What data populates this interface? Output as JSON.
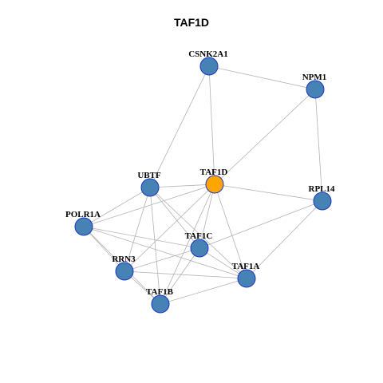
{
  "title": "TAF1D",
  "colors": {
    "node_default": "#4682b4",
    "node_focus": "#ffa500",
    "node_border": "#1a35c9",
    "edge": "#b3b3b3"
  },
  "nodes": [
    {
      "id": "CSNK2A1",
      "label": "CSNK2A1",
      "focus": false
    },
    {
      "id": "NPM1",
      "label": "NPM1",
      "focus": false
    },
    {
      "id": "UBTF",
      "label": "UBTF",
      "focus": false
    },
    {
      "id": "TAF1D",
      "label": "TAF1D",
      "focus": true
    },
    {
      "id": "RPL14",
      "label": "RPL14",
      "focus": false
    },
    {
      "id": "POLR1A",
      "label": "POLR1A",
      "focus": false
    },
    {
      "id": "TAF1C",
      "label": "TAF1C",
      "focus": false
    },
    {
      "id": "RRN3",
      "label": "RRN3",
      "focus": false
    },
    {
      "id": "TAF1A",
      "label": "TAF1A",
      "focus": false
    },
    {
      "id": "TAF1B",
      "label": "TAF1B",
      "focus": false
    }
  ],
  "edges": [
    [
      "CSNK2A1",
      "NPM1"
    ],
    [
      "CSNK2A1",
      "UBTF"
    ],
    [
      "CSNK2A1",
      "TAF1D"
    ],
    [
      "NPM1",
      "TAF1D"
    ],
    [
      "NPM1",
      "RPL14"
    ],
    [
      "UBTF",
      "TAF1D"
    ],
    [
      "UBTF",
      "POLR1A"
    ],
    [
      "UBTF",
      "RRN3"
    ],
    [
      "UBTF",
      "TAF1B"
    ],
    [
      "UBTF",
      "TAF1C"
    ],
    [
      "UBTF",
      "TAF1A"
    ],
    [
      "TAF1D",
      "RPL14"
    ],
    [
      "TAF1D",
      "POLR1A"
    ],
    [
      "TAF1D",
      "TAF1C"
    ],
    [
      "TAF1D",
      "RRN3"
    ],
    [
      "TAF1D",
      "TAF1B"
    ],
    [
      "TAF1D",
      "TAF1A"
    ],
    [
      "RPL14",
      "TAF1C"
    ],
    [
      "RPL14",
      "TAF1A"
    ],
    [
      "POLR1A",
      "TAF1C"
    ],
    [
      "POLR1A",
      "RRN3"
    ],
    [
      "POLR1A",
      "TAF1B"
    ],
    [
      "POLR1A",
      "TAF1A"
    ],
    [
      "TAF1C",
      "RRN3"
    ],
    [
      "TAF1C",
      "TAF1B"
    ],
    [
      "TAF1C",
      "TAF1A"
    ],
    [
      "RRN3",
      "TAF1B"
    ],
    [
      "RRN3",
      "TAF1A"
    ],
    [
      "TAF1B",
      "TAF1A"
    ]
  ]
}
